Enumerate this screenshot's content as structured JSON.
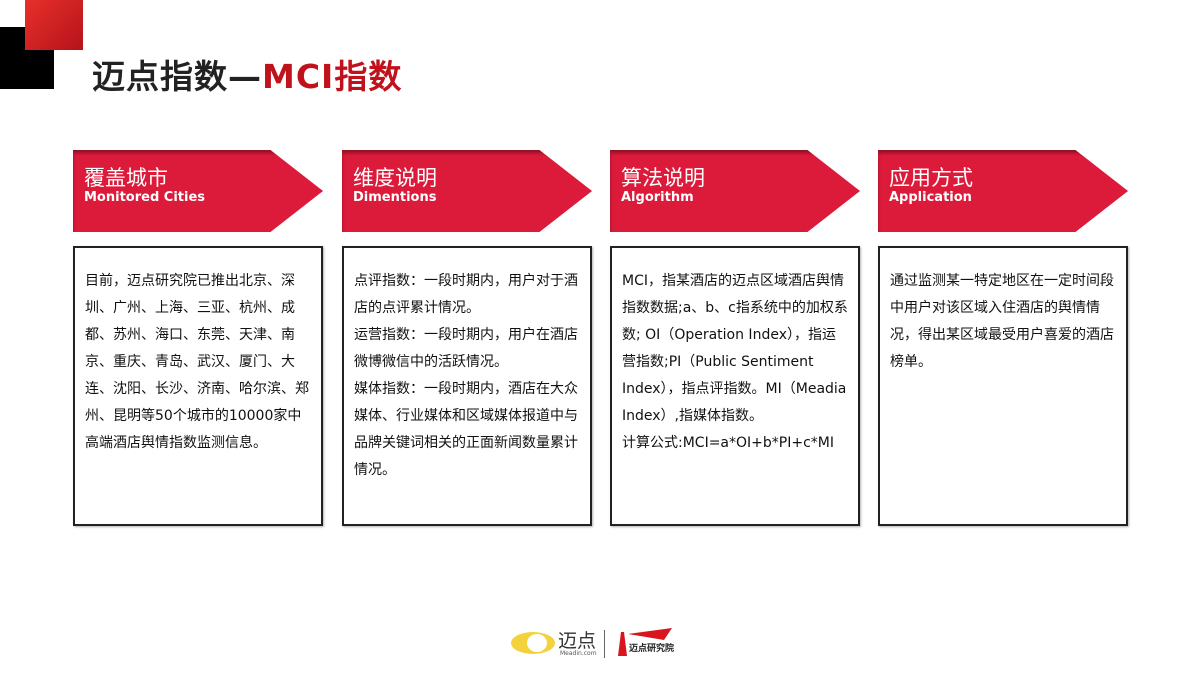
{
  "title": {
    "main": "迈点指数—",
    "accent": "MCI指数"
  },
  "columns": [
    {
      "title_cn": "覆盖城市",
      "title_en": "Monitored Cities",
      "body": "目前，迈点研究院已推出北京、深圳、广州、上海、三亚、杭州、成都、苏州、海口、东莞、天津、南京、重庆、青岛、武汉、厦门、大连、沈阳、长沙、济南、哈尔滨、郑州、昆明等50个城市的10000家中高端酒店舆情指数监测信息。"
    },
    {
      "title_cn": "维度说明",
      "title_en": "Dimentions",
      "body": "点评指数：一段时期内，用户对于酒店的点评累计情况。\n运营指数：一段时期内，用户在酒店微博微信中的活跃情况。\n媒体指数：一段时期内，酒店在大众媒体、行业媒体和区域媒体报道中与品牌关键词相关的正面新闻数量累计情况。"
    },
    {
      "title_cn": "算法说明",
      "title_en": "Algorithm",
      "body": "MCI，指某酒店的迈点区域酒店舆情指数数据;a、b、c指系统中的加权系数; OI（Operation Index），指运营指数;PI（Public Sentiment Index），指点评指数。MI（Meadia Index）,指媒体指数。\n计算公式:MCI=a*OI+b*PI+c*MI"
    },
    {
      "title_cn": "应用方式",
      "title_en": "Application",
      "body": "通过监测某一特定地区在一定时间段中用户对该区域入住酒店的舆情情况，得出某区域最受用户喜爱的酒店榜单。"
    }
  ],
  "footer": {
    "logo1_cn": "迈点",
    "logo1_en": "Meadin.com",
    "logo2_cn": "迈点研究院"
  },
  "colors": {
    "accent": "#dc1a3a",
    "title_accent": "#c0121c"
  }
}
